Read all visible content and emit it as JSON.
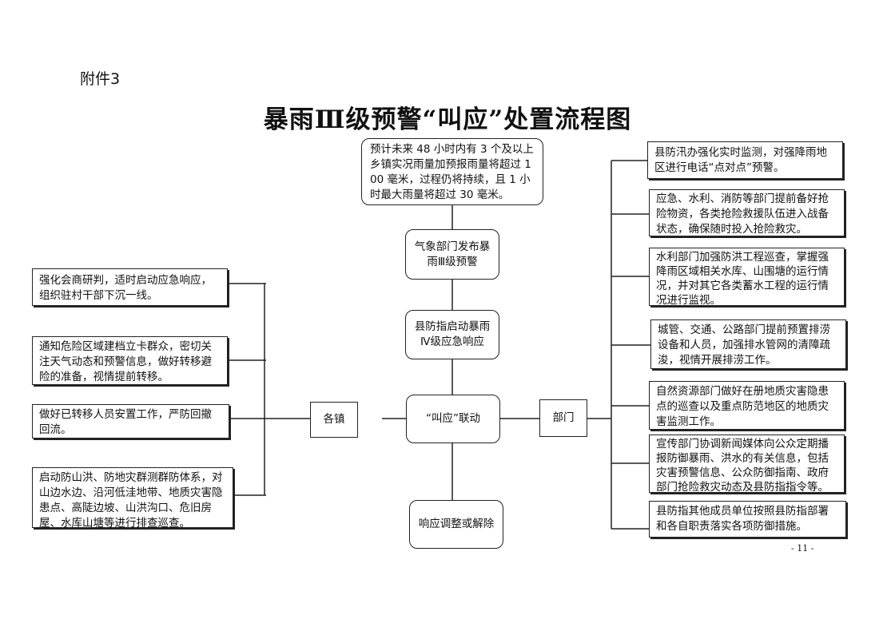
{
  "header": {
    "attachment": "附件3"
  },
  "title": "暴雨Ⅲ级预警“叫应”处置流程图",
  "center": {
    "trigger": "预计未来 48 小时内有 3 个及以上乡镇实况雨量加预报雨量将超过 100 毫米，过程仍将持续，且 1 小时最大雨量将超过 30 毫米。",
    "warning": "气象部门发布暴雨Ⅲ级预警",
    "response": "县防指启动暴雨Ⅳ级应急响应",
    "linkage": "“叫应”联动",
    "adjust": "响应调整或解除"
  },
  "left": {
    "hub": "各镇",
    "items": [
      "强化会商研判，适时启动应急响应，组织驻村干部下沉一线。",
      "通知危险区域建档立卡群众，密切关注天气动态和预警信息，做好转移避险的准备，视情提前转移。",
      "做好已转移人员安置工作，严防回撤回流。",
      "启动防山洪、防地灾群测群防体系，对山边水边、沿河低洼地带、地质灾害隐患点、高陡边坡、山洪沟口、危旧房屋、水库山塘等进行排查巡查。"
    ]
  },
  "right": {
    "hub": "部门",
    "items": [
      "县防汛办强化实时监测，对强降雨地区进行电话“点对点”预警。",
      "应急、水利、消防等部门提前备好抢险物资，各类抢险救援队伍进入战备状态，确保随时投入抢险救灾。",
      "水利部门加强防洪工程巡查，掌握强降雨区域相关水库、山围塘的运行情况，并对其它各类蓄水工程的运行情况进行监视。",
      "城管、交通、公路部门提前预置排涝设备和人员，加强排水管网的清障疏浚，视情开展排涝工作。",
      "自然资源部门做好在册地质灾害隐患点的巡查以及重点防范地区的地质灾害监测工作。",
      "宣传部门协调新闻媒体向公众定期播报防御暴雨、洪水的有关信息，包括灾害预警信息、公众防御指南、政府部门抢险救灾动态及县防指指令等。",
      "县防指其他成员单位按照县防指部署和各自职责落实各项防御措施。"
    ]
  },
  "footer": {
    "page": "- 11 -"
  }
}
